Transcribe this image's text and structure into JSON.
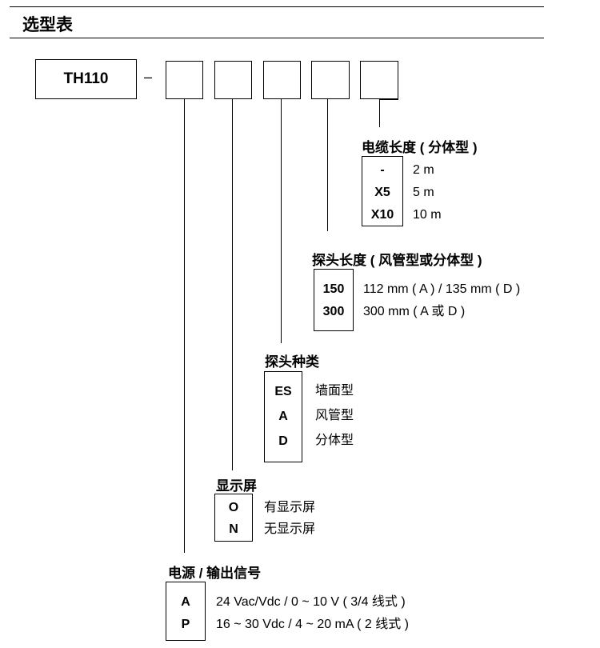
{
  "title": "选型表",
  "model": {
    "name": "TH110",
    "dash": "–"
  },
  "sections": {
    "cable_length": {
      "heading": "电缆长度 ( 分体型 )",
      "options": [
        {
          "code": "-",
          "desc": "2 m"
        },
        {
          "code": "X5",
          "desc": "5 m"
        },
        {
          "code": "X10",
          "desc": "10 m"
        }
      ]
    },
    "probe_length": {
      "heading": "探头长度 ( 风管型或分体型 )",
      "options": [
        {
          "code": "150",
          "desc": "112 mm ( A ) / 135 mm ( D )"
        },
        {
          "code": "300",
          "desc": "300 mm ( A 或 D )"
        }
      ]
    },
    "probe_type": {
      "heading": "探头种类",
      "options": [
        {
          "code": "ES",
          "desc": "墙面型"
        },
        {
          "code": "A",
          "desc": "风管型"
        },
        {
          "code": "D",
          "desc": "分体型"
        }
      ]
    },
    "display": {
      "heading": "显示屏",
      "options": [
        {
          "code": "O",
          "desc": "有显示屏"
        },
        {
          "code": "N",
          "desc": "无显示屏"
        }
      ]
    },
    "power_output": {
      "heading": "电源 / 输出信号",
      "options": [
        {
          "code": "A",
          "desc": "24 Vac/Vdc / 0 ~ 10 V ( 3/4 线式 )"
        },
        {
          "code": "P",
          "desc": "16 ~ 30 Vdc / 4 ~ 20 mA ( 2 线式 )"
        }
      ]
    }
  }
}
